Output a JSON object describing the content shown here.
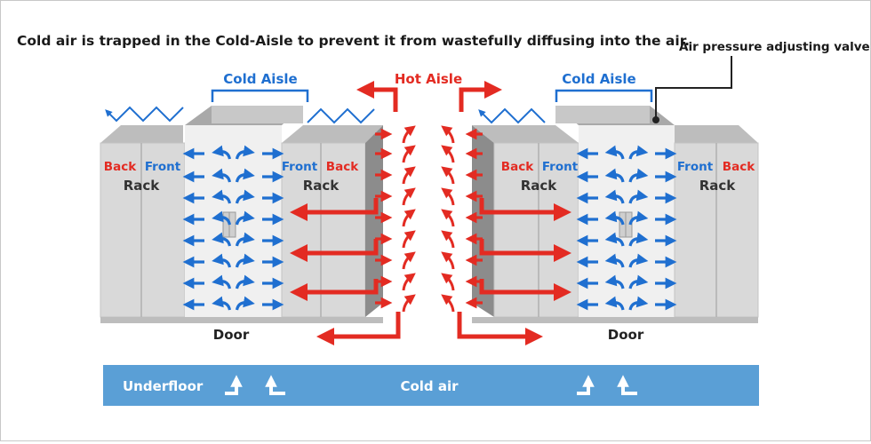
{
  "title": "Cold air is trapped in the Cold-Aisle to prevent it from wastefully diffusing into the air.",
  "labels": {
    "cold_aisle_left": "Cold Aisle",
    "cold_aisle_right": "Cold Aisle",
    "hot_aisle": "Hot Aisle",
    "valve": "Air pressure adjusting valve",
    "back": "Back",
    "front": "Front",
    "rack": "Rack",
    "door": "Door",
    "underfloor": "Underfloor",
    "cold_air": "Cold air"
  },
  "colors": {
    "cold": "#1f6fd0",
    "hot": "#e32b22",
    "underfloor": "#5a9fd6",
    "rack_face": "#d9d9d9",
    "rack_top": "#bdbdbd",
    "rack_side": "#8c8c8c",
    "aisle_floor": "#f0f0f0"
  },
  "icons": [
    "cold-air-arrow-icon",
    "hot-air-arrow-icon",
    "zigzag-airflow-icon",
    "upward-airflow-icon"
  ]
}
